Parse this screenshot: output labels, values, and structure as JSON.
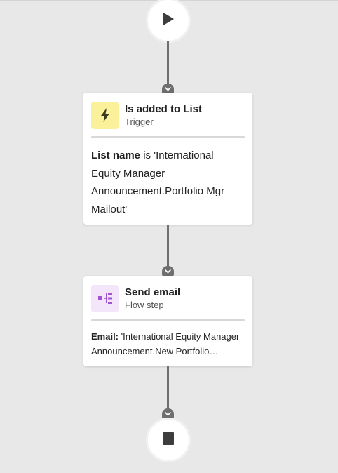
{
  "flow": {
    "start_node": {
      "icon": "play-icon"
    },
    "trigger": {
      "title": "Is added to List",
      "subtitle": "Trigger",
      "icon": "lightning-bolt-icon",
      "icon_bg": "#fbf19a",
      "condition_label": "List name",
      "condition_text": " is 'International Equity Manager Announcement.Portfolio Mgr Mailout'"
    },
    "step": {
      "title": "Send email",
      "subtitle": "Flow step",
      "icon": "flow-step-icon",
      "icon_bg": "#f3e6fb",
      "icon_color": "#a253cf",
      "detail_label": "Email:",
      "detail_text": " 'International Equity Manager Announcement.New Portfolio Manager Announcement'"
    },
    "end_node": {
      "icon": "stop-icon"
    },
    "colors": {
      "canvas": "#e8e8e8",
      "connector": "#6e6e6e",
      "card": "#ffffff",
      "node_glyph": "#3d3d3d"
    }
  }
}
